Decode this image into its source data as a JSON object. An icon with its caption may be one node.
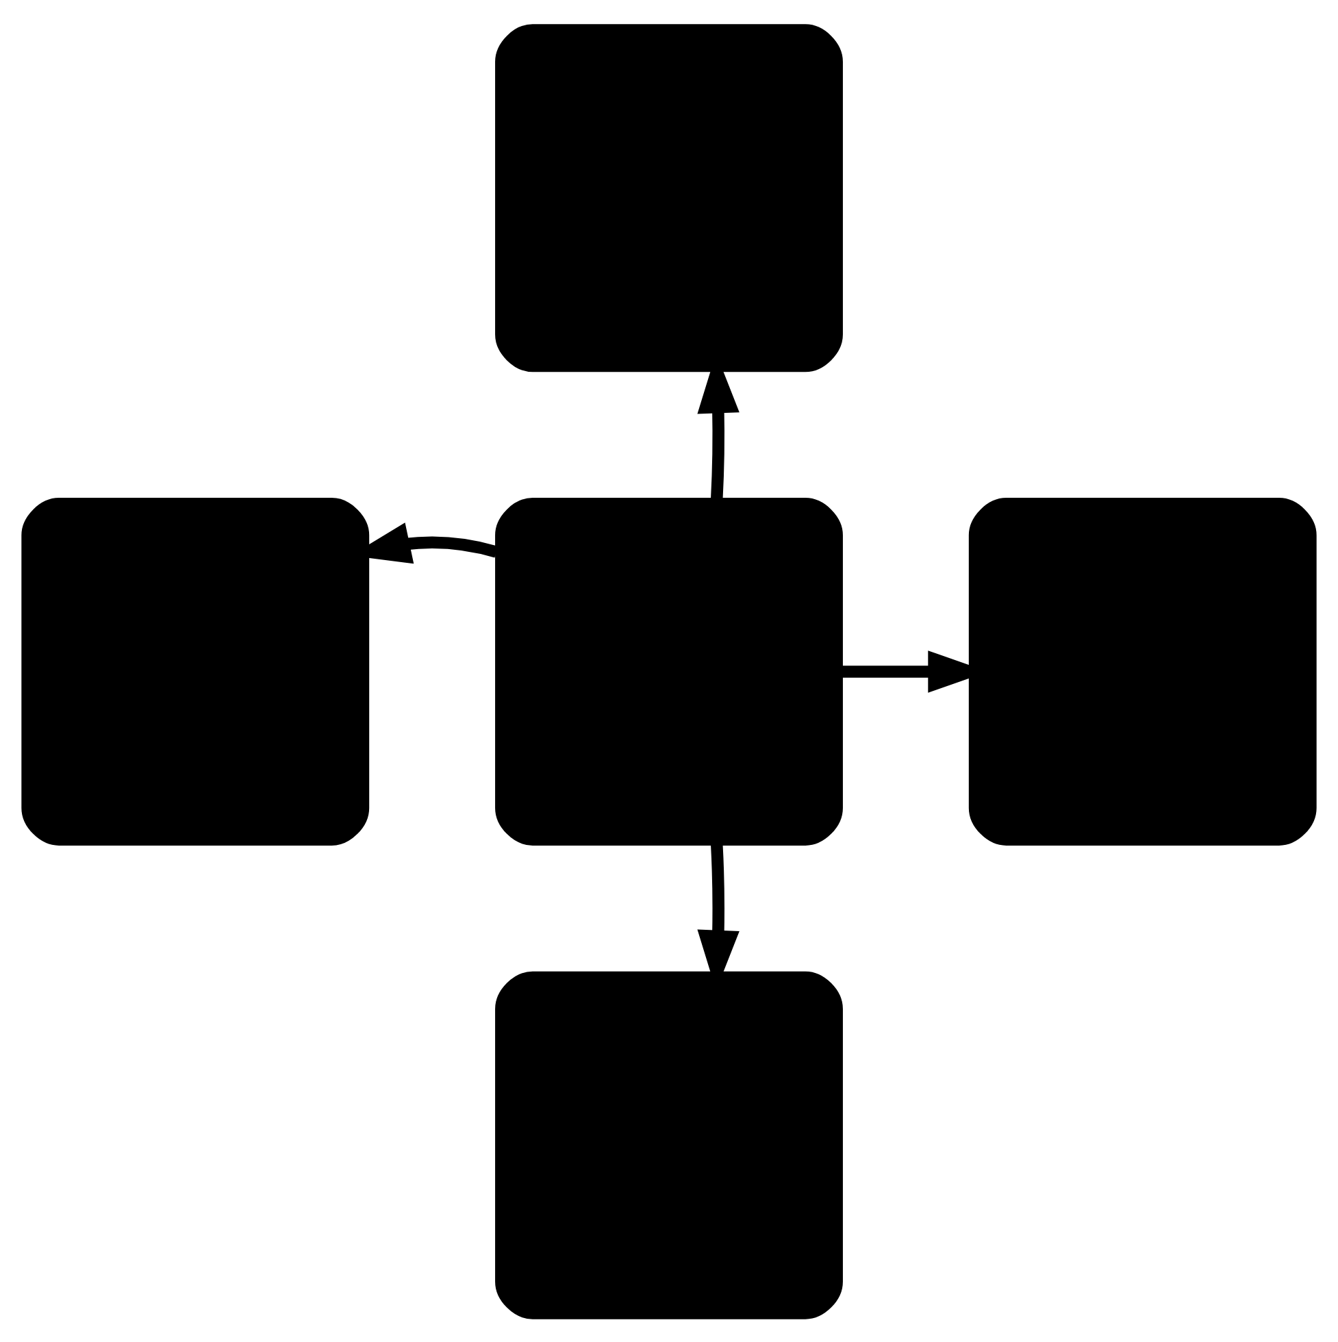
{
  "diagram": {
    "nodes": [
      {
        "text": [],
        "shape": "box"
      },
      {
        "text": [],
        "shape": "box"
      },
      {
        "text": [],
        "shape": "box"
      },
      {
        "text": [],
        "shape": "box"
      },
      {
        "text": [],
        "shape": "box"
      }
    ],
    "edges": [
      {
        "from": 2,
        "to": 0,
        "arrow": "to"
      },
      {
        "from": 2,
        "to": 3,
        "arrow": "to"
      },
      {
        "from": 2,
        "to": 4,
        "arrow": "to"
      },
      {
        "from": 2,
        "to": 1,
        "arrow": "to"
      }
    ]
  }
}
